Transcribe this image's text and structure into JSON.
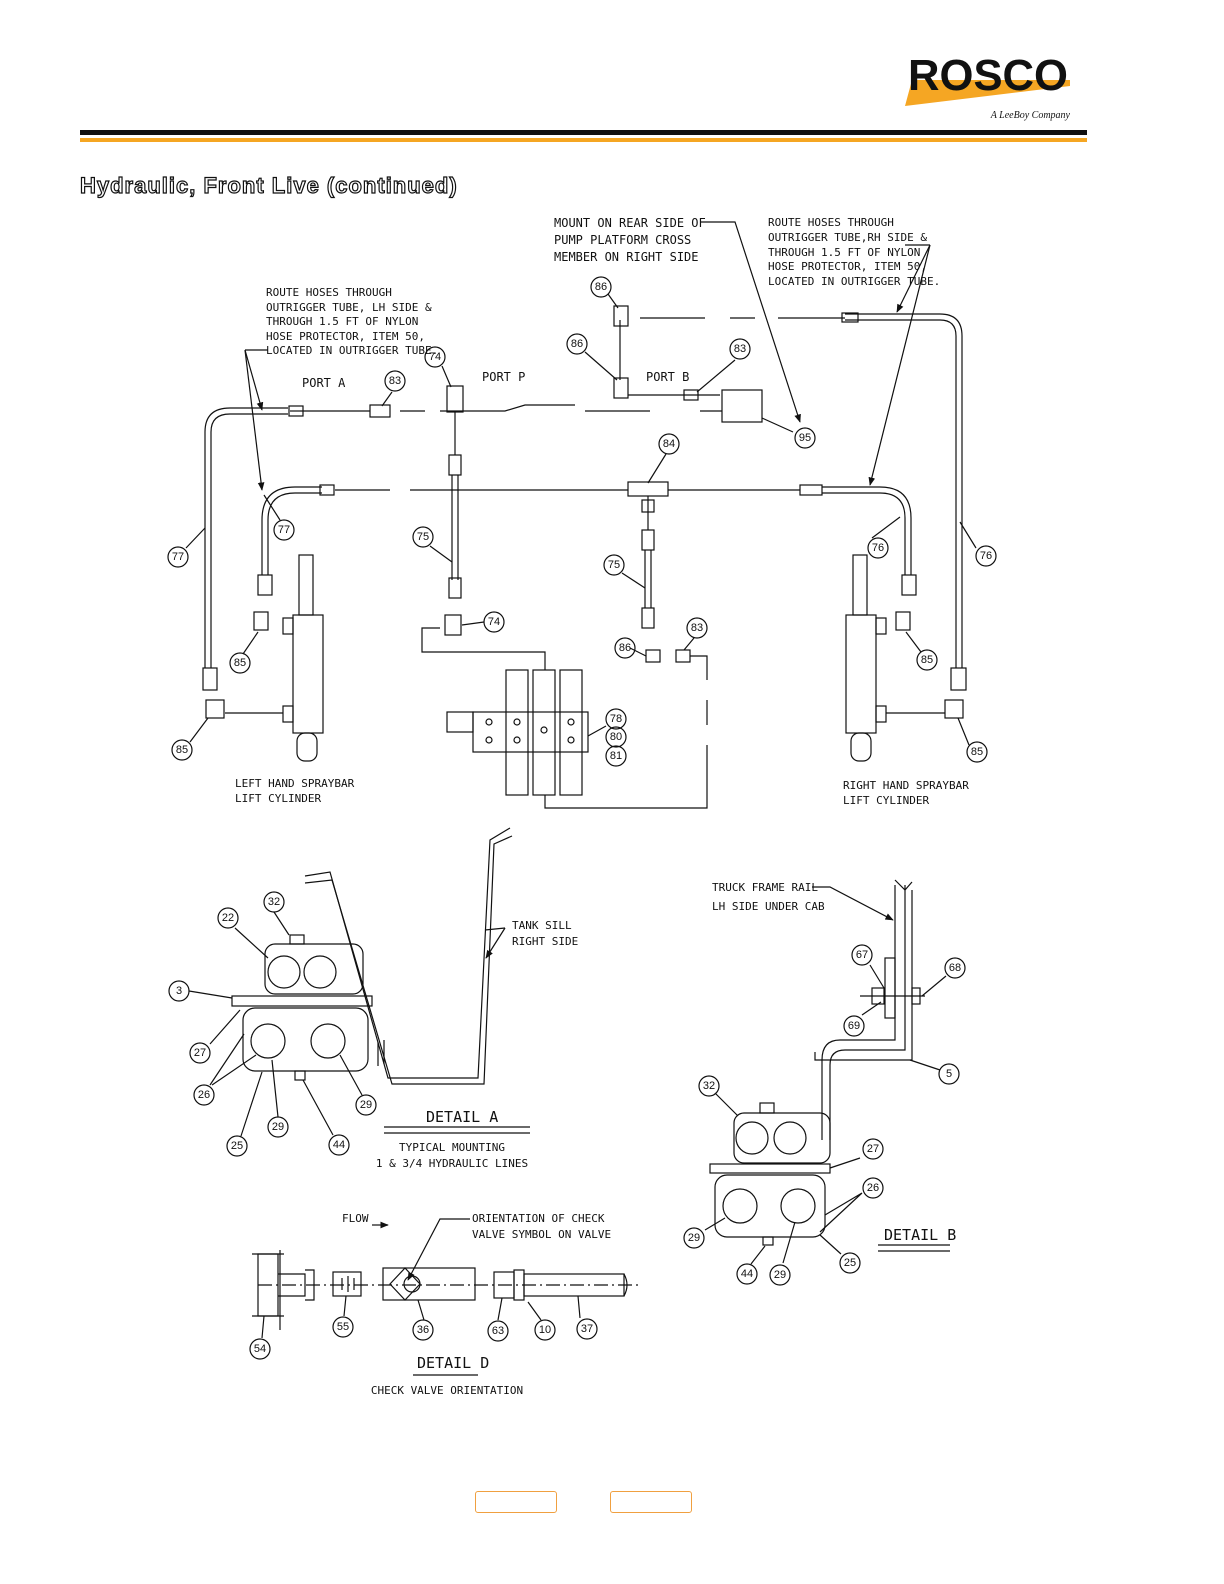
{
  "header": {
    "brand": "ROSCO",
    "tagline": "A LeeBoy Company",
    "accent_color": "#f5a623"
  },
  "page": {
    "title": "Hydraulic, Front Live (continued)"
  },
  "notes": {
    "mount_rear": [
      "MOUNT ON REAR SIDE OF",
      "PUMP PLATFORM CROSS",
      "MEMBER ON RIGHT SIDE"
    ],
    "route_rh": [
      "ROUTE HOSES THROUGH",
      "OUTRIGGER TUBE,RH SIDE &",
      "THROUGH 1.5 FT OF NYLON",
      "HOSE PROTECTOR, ITEM 50,",
      "LOCATED IN OUTRIGGER TUBE."
    ],
    "route_lh": [
      "ROUTE HOSES THROUGH",
      "OUTRIGGER TUBE, LH SIDE &",
      "THROUGH 1.5 FT OF NYLON",
      "HOSE PROTECTOR, ITEM 50,",
      "LOCATED IN OUTRIGGER TUBE."
    ],
    "port_a": "PORT A",
    "port_p": "PORT P",
    "port_b": "PORT B",
    "lh_cyl": [
      "LEFT HAND SPRAYBAR",
      "LIFT CYLINDER"
    ],
    "rh_cyl": [
      "RIGHT HAND SPRAYBAR",
      "LIFT CYLINDER"
    ],
    "tank_sill": [
      "TANK SILL",
      "RIGHT SIDE"
    ],
    "truck_frame": [
      "TRUCK FRAME RAIL",
      "LH SIDE UNDER CAB"
    ],
    "flow": "FLOW",
    "orientation": [
      "ORIENTATION OF CHECK",
      "VALVE SYMBOL ON VALVE"
    ]
  },
  "details": {
    "a": {
      "title": "DETAIL A",
      "caption": [
        "TYPICAL MOUNTING",
        "1 & 3/4 HYDRAULIC LINES"
      ]
    },
    "b": {
      "title": "DETAIL B"
    },
    "d": {
      "title": "DETAIL D",
      "caption": "CHECK VALVE ORIENTATION"
    }
  },
  "callouts": {
    "main": [
      "86",
      "86",
      "83",
      "74",
      "83",
      "95",
      "84",
      "77",
      "77",
      "75",
      "75",
      "76",
      "76",
      "74",
      "85",
      "85",
      "86",
      "83",
      "85",
      "85",
      "78",
      "80",
      "81"
    ],
    "detail_a": [
      "32",
      "22",
      "3",
      "27",
      "26",
      "29",
      "29",
      "25",
      "44"
    ],
    "detail_b": [
      "67",
      "68",
      "69",
      "5",
      "32",
      "27",
      "26",
      "29",
      "44",
      "29",
      "25"
    ],
    "detail_d": [
      "54",
      "55",
      "36",
      "63",
      "10",
      "37"
    ]
  },
  "navigation": {
    "prev_label": "",
    "next_label": ""
  }
}
